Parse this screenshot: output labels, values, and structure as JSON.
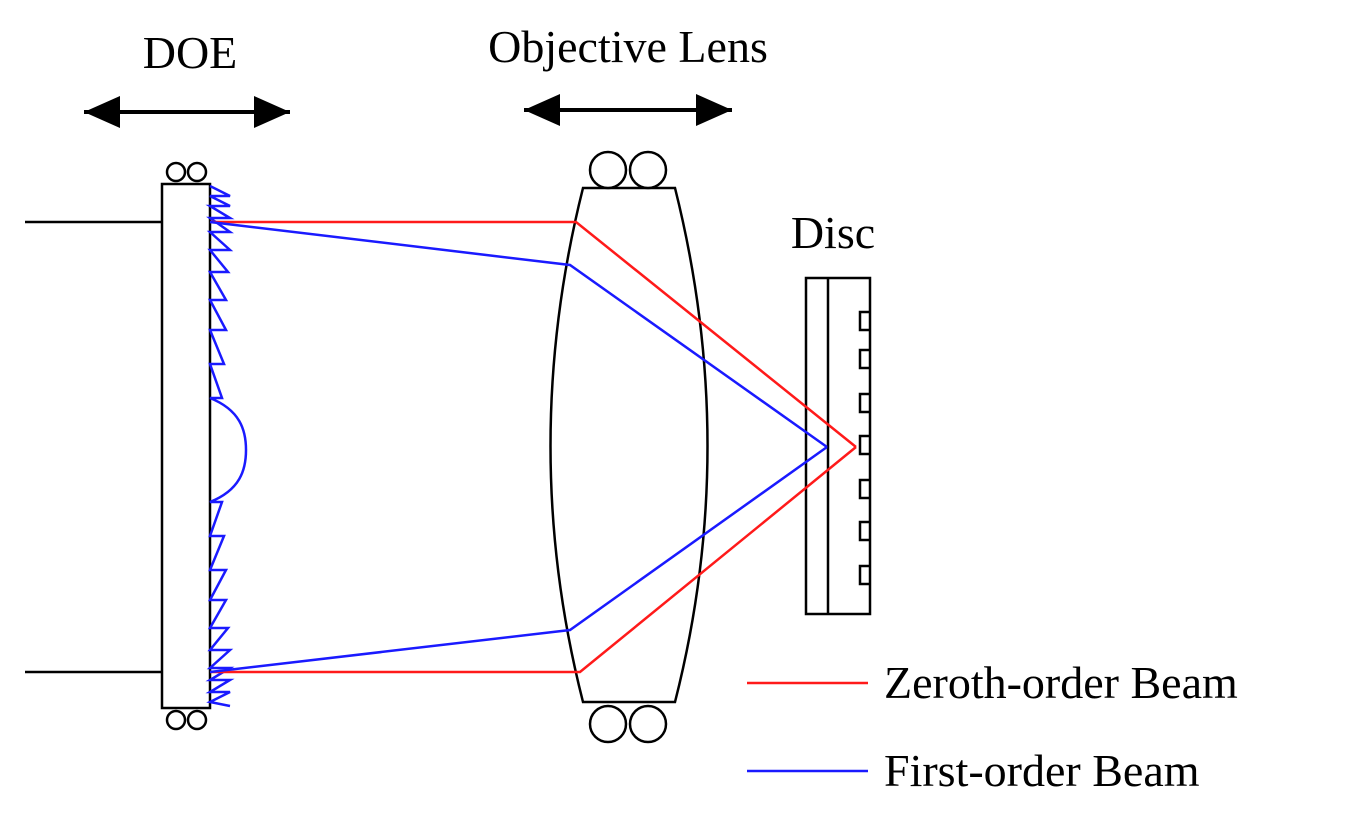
{
  "labels": {
    "doe": "DOE",
    "objective_lens": "Objective Lens",
    "disc": "Disc"
  },
  "legend": {
    "zeroth": "Zeroth-order Beam",
    "first": "First-order Beam"
  },
  "colors": {
    "zeroth_beam": "#ff1a1a",
    "first_beam": "#1a1aff",
    "doe_profile": "#1a1aff",
    "outline": "#000000"
  }
}
